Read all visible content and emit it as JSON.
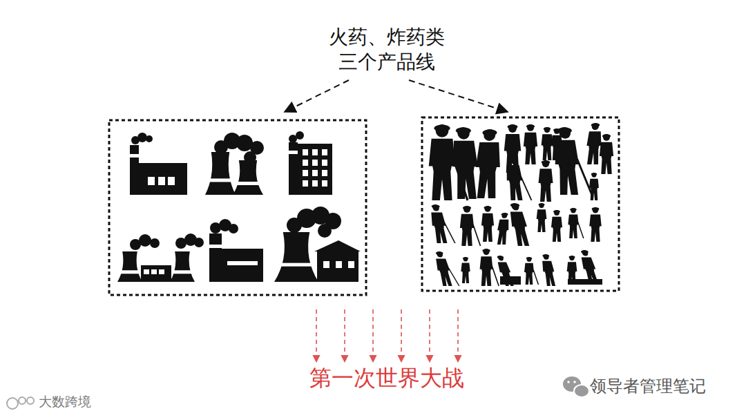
{
  "diagram": {
    "title": "火药、炸药类 三个产品线",
    "labels": [
      "第一次世界大战",
      "领导者管理笔记",
      "大数跨境"
    ]
  }
}
